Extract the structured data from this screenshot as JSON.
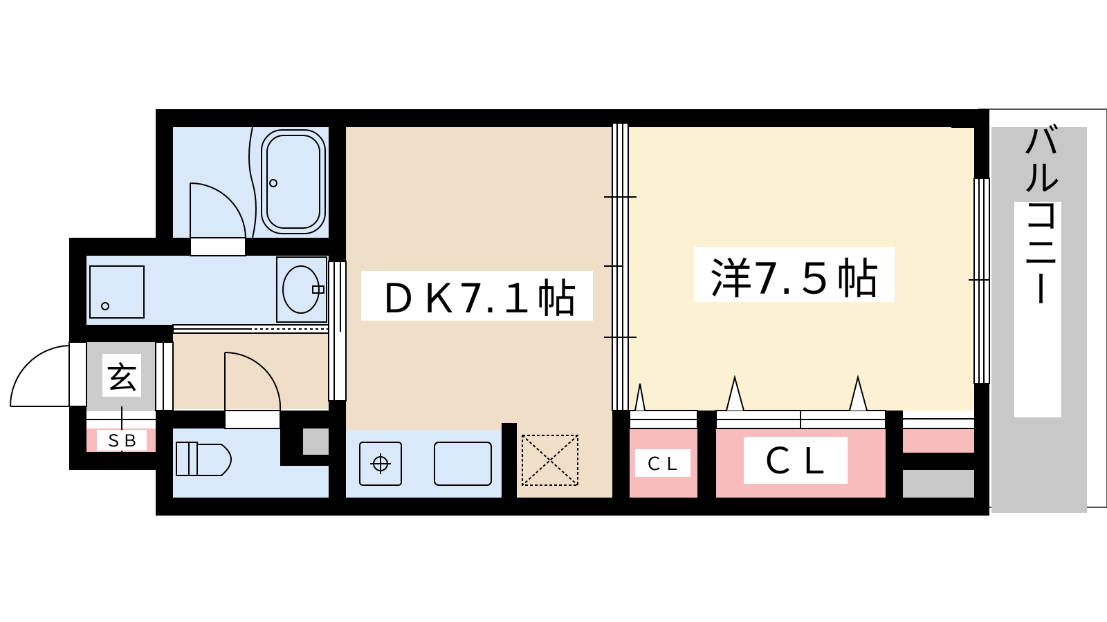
{
  "floorplan": {
    "rooms": {
      "dk": {
        "label": "ＤＫ7.１帖",
        "color": "#efdfc8"
      },
      "western": {
        "label": "洋7.５帖",
        "color": "#fdf1d3"
      },
      "entrance": {
        "label": "玄",
        "color": "#cccccc"
      },
      "shoe_box": {
        "label": "ＳＢ",
        "color": "#f8bcbc"
      },
      "closet_small": {
        "label": "ＣＬ",
        "color": "#f8bcbc"
      },
      "closet_large": {
        "label": "ＣＬ",
        "color": "#f8bcbc"
      },
      "balcony": {
        "label": "バルコニー",
        "color": "#c8c8c8"
      },
      "bath": {
        "color": "#d9e9fa"
      },
      "washroom": {
        "color": "#d9e9fa"
      },
      "toilet": {
        "color": "#d9e9fa"
      },
      "kitchen_counter": {
        "color": "#d9e9fa"
      }
    },
    "colors": {
      "wall": "#000000",
      "fixture_stroke": "#000000"
    }
  }
}
